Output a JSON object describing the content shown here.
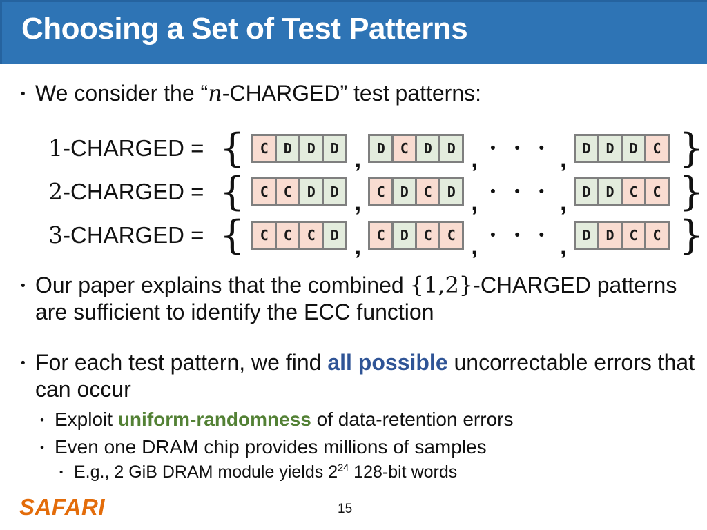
{
  "header": {
    "title": "Choosing a Set of Test Patterns"
  },
  "bullets": {
    "marker": "•",
    "consider": {
      "pre": "We consider the “",
      "var": "n",
      "post": "-CHARGED” test patterns:"
    },
    "paper": {
      "pre": "Our paper explains that the combined ",
      "math": "{1,2}",
      "post": "-CHARGED patterns are sufficient to identify the ECC function"
    },
    "find": {
      "pre": "For each test pattern, we find ",
      "em": "all possible",
      "post": " uncorrectable errors that can occur"
    },
    "exploit": {
      "pre": "Exploit ",
      "em": "uniform-randomness",
      "post": " of data-retention errors"
    },
    "samples": {
      "text": "Even one DRAM chip provides millions of samples"
    },
    "example": {
      "pre": "E.g., 2 GiB DRAM module yields 2",
      "sup": "24",
      "post": " 128-bit words"
    }
  },
  "patterns": {
    "label_suffix": "-CHARGED =",
    "open": "{",
    "close": "}",
    "comma": ",",
    "dots": "• • •",
    "rows": [
      {
        "digit": "1",
        "groups": [
          [
            {
              "l": "C",
              "bg": "pink"
            },
            {
              "l": "D",
              "bg": "green"
            },
            {
              "l": "D",
              "bg": "green"
            },
            {
              "l": "D",
              "bg": "green"
            }
          ],
          [
            {
              "l": "D",
              "bg": "green"
            },
            {
              "l": "C",
              "bg": "pink"
            },
            {
              "l": "D",
              "bg": "green"
            },
            {
              "l": "D",
              "bg": "green"
            }
          ],
          [
            {
              "l": "D",
              "bg": "green"
            },
            {
              "l": "D",
              "bg": "green"
            },
            {
              "l": "D",
              "bg": "green"
            },
            {
              "l": "C",
              "bg": "pink"
            }
          ]
        ]
      },
      {
        "digit": "2",
        "groups": [
          [
            {
              "l": "C",
              "bg": "pink"
            },
            {
              "l": "C",
              "bg": "pink"
            },
            {
              "l": "D",
              "bg": "green"
            },
            {
              "l": "D",
              "bg": "green"
            }
          ],
          [
            {
              "l": "C",
              "bg": "pink"
            },
            {
              "l": "D",
              "bg": "green"
            },
            {
              "l": "C",
              "bg": "pink"
            },
            {
              "l": "D",
              "bg": "green"
            }
          ],
          [
            {
              "l": "D",
              "bg": "green"
            },
            {
              "l": "D",
              "bg": "green"
            },
            {
              "l": "C",
              "bg": "pink"
            },
            {
              "l": "C",
              "bg": "pink"
            }
          ]
        ]
      },
      {
        "digit": "3",
        "groups": [
          [
            {
              "l": "C",
              "bg": "pink"
            },
            {
              "l": "C",
              "bg": "pink"
            },
            {
              "l": "C",
              "bg": "pink"
            },
            {
              "l": "D",
              "bg": "green"
            }
          ],
          [
            {
              "l": "C",
              "bg": "pink"
            },
            {
              "l": "D",
              "bg": "green"
            },
            {
              "l": "C",
              "bg": "pink"
            },
            {
              "l": "C",
              "bg": "pink"
            }
          ],
          [
            {
              "l": "D",
              "bg": "green"
            },
            {
              "l": "D",
              "bg": "pink"
            },
            {
              "l": "C",
              "bg": "pink"
            },
            {
              "l": "C",
              "bg": "pink"
            }
          ]
        ]
      }
    ]
  },
  "footer": {
    "logo": "SAFARI",
    "page": "15"
  },
  "colors": {
    "header_bg": "#2e74b5",
    "emphasis_blue": "#2f5496",
    "emphasis_green": "#538135",
    "logo_orange": "#e36c0a",
    "cell_pink": "#f9dcd1",
    "cell_green": "#e3ecdd",
    "cell_border": "#7f7f7f"
  }
}
